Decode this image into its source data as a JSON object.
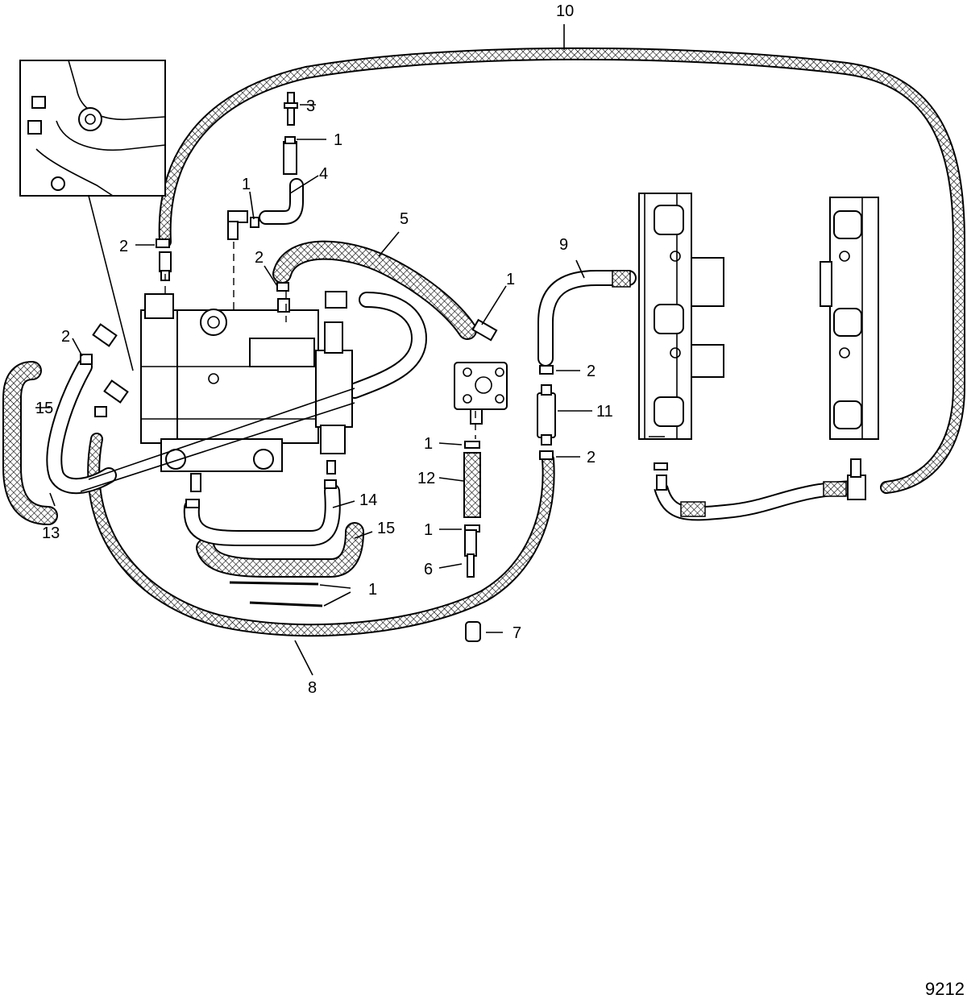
{
  "figure_number": "9212",
  "callouts": {
    "c1": "1",
    "c2": "2",
    "c3": "3",
    "c4": "4",
    "c5": "5",
    "c6": "6",
    "c7": "7",
    "c8": "8",
    "c9": "9",
    "c10": "10",
    "c11": "11",
    "c12": "12",
    "c13": "13",
    "c14": "14",
    "c15": "15"
  }
}
